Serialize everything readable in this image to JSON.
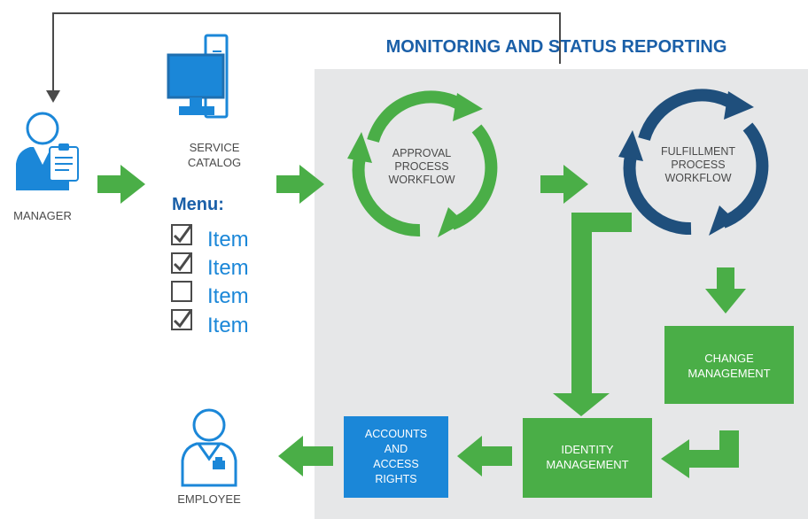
{
  "title": "MONITORING AND STATUS REPORTING",
  "nodes": {
    "manager": {
      "label": "MANAGER",
      "icon": "manager-clipboard-icon"
    },
    "service_catalog": {
      "label_lines": [
        "SERVICE",
        "CATALOG"
      ],
      "icon": "computer-icon"
    },
    "menu": {
      "heading": "Menu:",
      "items": [
        {
          "label": "Item",
          "checked": true
        },
        {
          "label": "Item",
          "checked": true
        },
        {
          "label": "Item",
          "checked": false
        },
        {
          "label": "Item",
          "checked": true
        }
      ]
    },
    "approval": {
      "label_lines": [
        "APPROVAL",
        "PROCESS",
        "WORKFLOW"
      ],
      "icon": "green-cycle-icon"
    },
    "fulfillment": {
      "label_lines": [
        "FULFILLMENT",
        "PROCESS",
        "WORKFLOW"
      ],
      "icon": "blue-cycle-icon"
    },
    "change_management": {
      "label_lines": [
        "CHANGE",
        "MANAGEMENT"
      ]
    },
    "identity_management": {
      "label_lines": [
        "IDENTITY",
        "MANAGEMENT"
      ]
    },
    "accounts": {
      "label_lines": [
        "ACCOUNTS",
        "AND",
        "ACCESS",
        "RIGHTS"
      ]
    },
    "employee": {
      "label": "EMPLOYEE",
      "icon": "employee-badge-icon"
    }
  },
  "colors": {
    "title": "#1a5fa8",
    "panel": "#e6e7e8",
    "green": "#4aae47",
    "green_dark": "#3a9a3a",
    "blue_box": "#1b87d8",
    "navy": "#1f4f7c",
    "icon_blue": "#1b87d8",
    "text_gray": "#4a4a4a",
    "feedback_line": "#4a4a4a"
  }
}
